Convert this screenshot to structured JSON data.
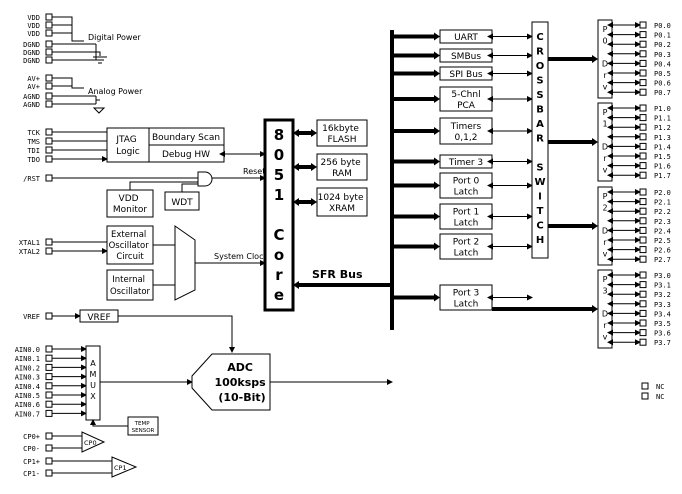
{
  "left_pins": {
    "power": [
      "VDD",
      "VDD",
      "VDD",
      "DGND",
      "DGND",
      "DGND"
    ],
    "analog_power": [
      "AV+",
      "AV+",
      "AGND",
      "AGND"
    ],
    "jtag": [
      "TCK",
      "TMS",
      "TDI",
      "TDO"
    ],
    "reset": "/RST",
    "xtal": [
      "XTAL1",
      "XTAL2"
    ],
    "vref": "VREF",
    "ain": [
      "AIN0.0",
      "AIN0.1",
      "AIN0.2",
      "AIN0.3",
      "AIN0.4",
      "AIN0.5",
      "AIN0.6",
      "AIN0.7"
    ],
    "cp0": [
      "CP0+",
      "CP0-"
    ],
    "cp1": [
      "CP1+",
      "CP1-"
    ]
  },
  "labels": {
    "digital_power": "Digital Power",
    "analog_power": "Analog Power",
    "jtag_logic": [
      "JTAG",
      "Logic"
    ],
    "boundary_scan": "Boundary Scan",
    "debug_hw": "Debug HW",
    "reset": "Reset",
    "vdd_monitor": [
      "VDD",
      "Monitor"
    ],
    "wdt": "WDT",
    "ext_osc": [
      "External",
      "Oscillator",
      "Circuit"
    ],
    "int_osc": [
      "Internal",
      "Oscillator"
    ],
    "system_clock": "System Clock",
    "vref_box": "VREF",
    "amux": [
      "A",
      "M",
      "U",
      "X"
    ],
    "temp_sensor": [
      "TEMP",
      "SENSOR"
    ],
    "cp0": "CP0",
    "cp1": "CP1",
    "adc": [
      "ADC",
      "100ksps",
      "(10-Bit)"
    ],
    "core": [
      "8",
      "0",
      "5",
      "1",
      "",
      "C",
      "o",
      "r",
      "e"
    ],
    "flash": [
      "16kbyte",
      "FLASH"
    ],
    "ram": [
      "256 byte",
      "RAM"
    ],
    "xram": [
      "1024 byte",
      "XRAM"
    ],
    "sfr_bus": "SFR Bus",
    "crossbar": [
      "C",
      "R",
      "O",
      "S",
      "S",
      "B",
      "A",
      "R",
      "",
      "S",
      "W",
      "I",
      "T",
      "C",
      "H"
    ],
    "nc": [
      "NC",
      "NC"
    ]
  },
  "peripherals": [
    [
      "UART"
    ],
    [
      "SMBus"
    ],
    [
      "SPI Bus"
    ],
    [
      "5-Chnl",
      "PCA"
    ],
    [
      "Timers",
      "0,1,2"
    ],
    [
      "Timer 3"
    ],
    [
      "Port 0",
      "Latch"
    ],
    [
      "Port 1",
      "Latch"
    ],
    [
      "Port 2",
      "Latch"
    ],
    [
      "Port 3",
      "Latch"
    ]
  ],
  "port_drivers": [
    {
      "label": [
        "P",
        "0",
        "",
        "D",
        "r",
        "v"
      ],
      "pins": [
        "P0.0",
        "P0.1",
        "P0.2",
        "P0.3",
        "P0.4",
        "P0.5",
        "P0.6",
        "P0.7"
      ]
    },
    {
      "label": [
        "P",
        "1",
        "",
        "D",
        "r",
        "v"
      ],
      "pins": [
        "P1.0",
        "P1.1",
        "P1.2",
        "P1.3",
        "P1.4",
        "P1.5",
        "P1.6",
        "P1.7"
      ]
    },
    {
      "label": [
        "P",
        "2",
        "",
        "D",
        "r",
        "v"
      ],
      "pins": [
        "P2.0",
        "P2.1",
        "P2.2",
        "P2.3",
        "P2.4",
        "P2.5",
        "P2.6",
        "P2.7"
      ]
    },
    {
      "label": [
        "P",
        "3",
        "",
        "D",
        "r",
        "v"
      ],
      "pins": [
        "P3.0",
        "P3.1",
        "P3.2",
        "P3.3",
        "P3.4",
        "P3.5",
        "P3.6",
        "P3.7"
      ]
    }
  ]
}
